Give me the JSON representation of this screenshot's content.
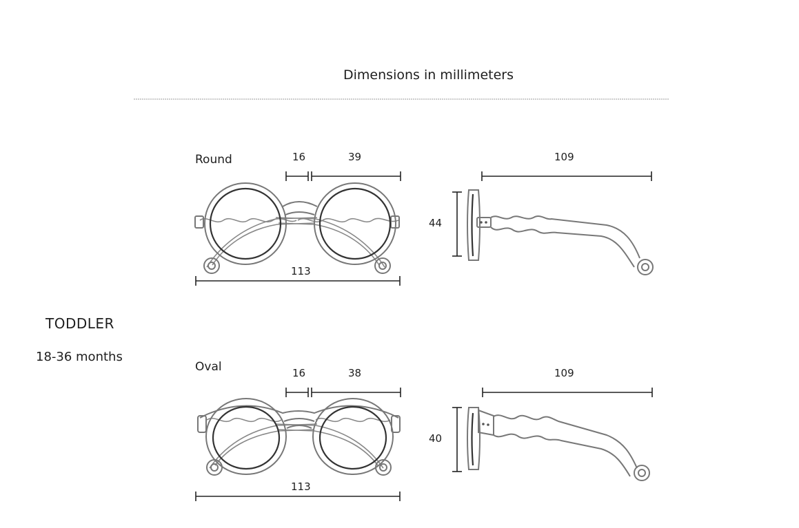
{
  "header": {
    "title": "Dimensions in millimeters"
  },
  "age_group": {
    "title": "TODDLER",
    "range": "18-36 months"
  },
  "models": [
    {
      "shape_label": "Round",
      "bridge_width": "16",
      "lens_width": "39",
      "frame_width": "113",
      "lens_height": "44",
      "temple_length": "109"
    },
    {
      "shape_label": "Oval",
      "bridge_width": "16",
      "lens_width": "38",
      "frame_width": "113",
      "lens_height": "40",
      "temple_length": "109"
    }
  ],
  "colors": {
    "divider": "#999999",
    "lens_outline": "#333333",
    "frame_outline": "#777777"
  }
}
